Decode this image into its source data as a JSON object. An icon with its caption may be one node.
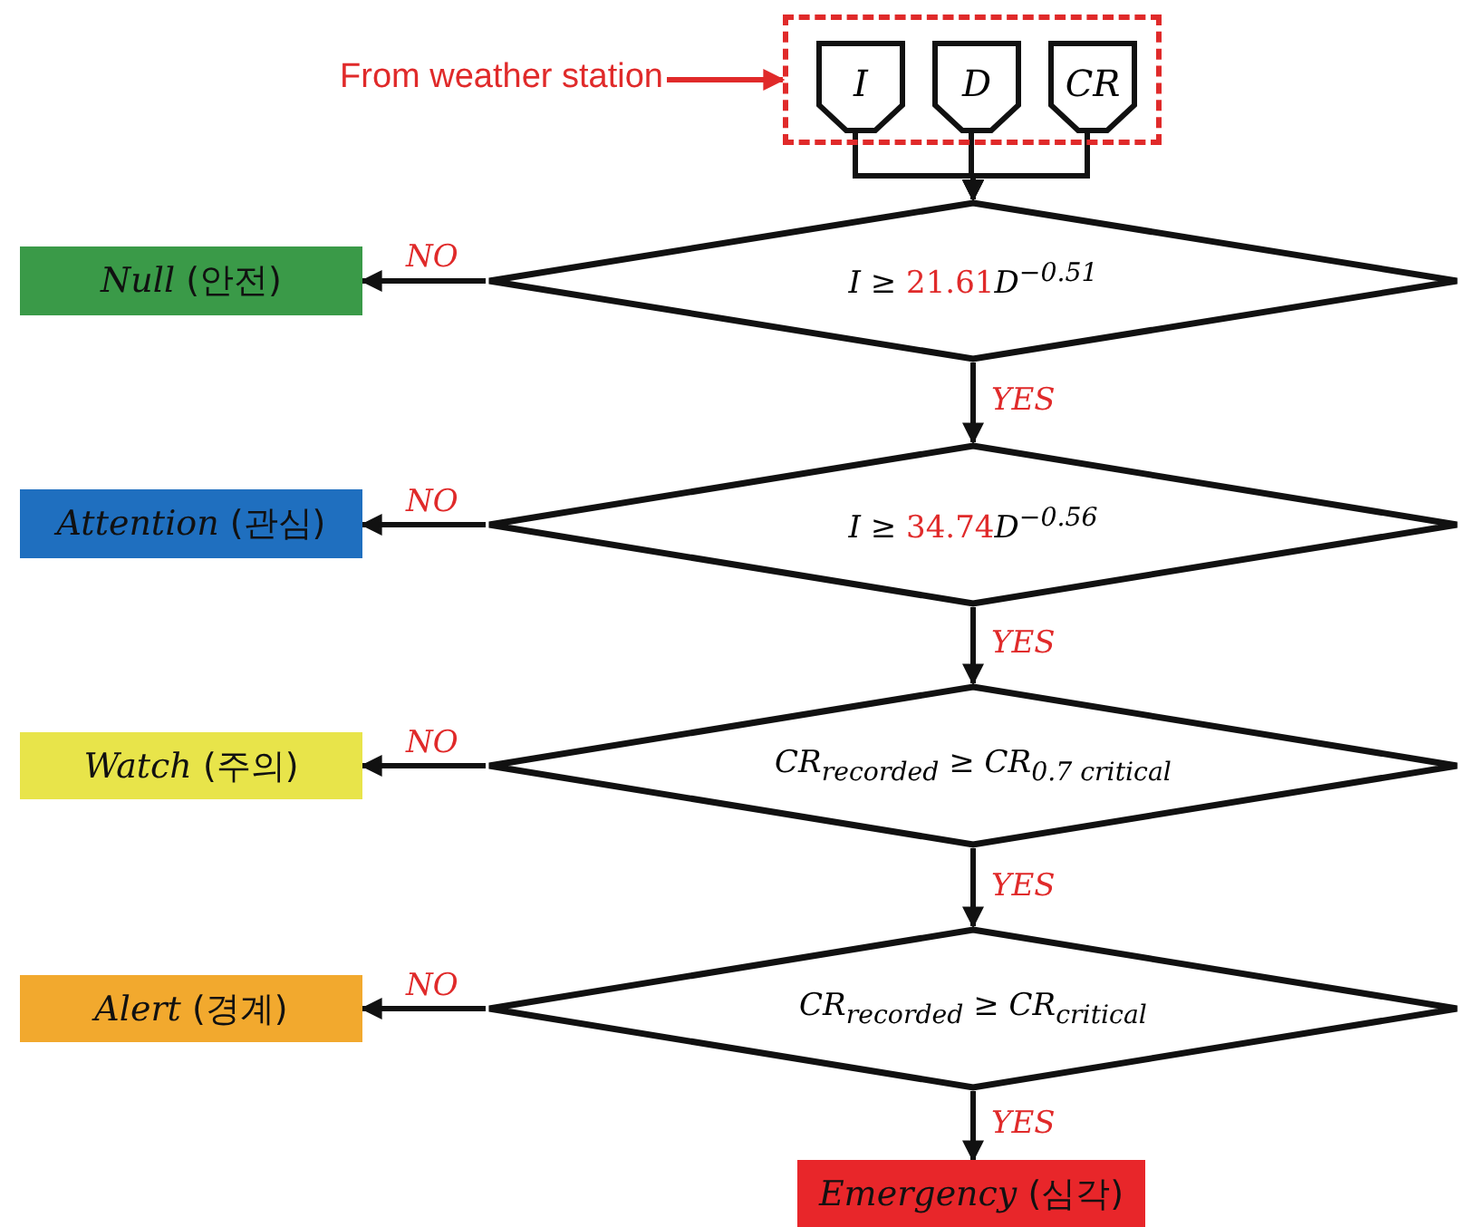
{
  "diagram": {
    "nodes": [
      {
        "text": [
          "From weather station"
        ]
      },
      {
        "text": [],
        "shape": "box"
      },
      {
        "text": [
          "I"
        ],
        "in": 1
      },
      {
        "text": [
          "D"
        ],
        "in": 1
      },
      {
        "text": [
          "CR"
        ],
        "in": 1
      },
      {
        "text": [
          "*Null* (안전)"
        ]
      },
      {
        "text": [
          "I ≥ 21.61D$^{−0.51}$"
        ]
      },
      {
        "text": [
          "*Attention* (관심)"
        ]
      },
      {
        "text": [
          "I ≥ 34.74D$^{−0.56}$"
        ]
      },
      {
        "text": [
          "*Watch* (주의)"
        ]
      },
      {
        "text": [
          "CR$_{recorded}$ ≥ CR$_{0.7 critical}$"
        ]
      },
      {
        "text": [
          "*Alert* (경계)"
        ]
      },
      {
        "text": [
          "CR$_{recorded}$ ≥ CR$_{critical}$"
        ]
      },
      {
        "text": [
          "*Emergency* (심각)"
        ]
      }
    ],
    "edges": [
      {
        "from": 0,
        "to": 1,
        "arrow": "to",
        "color": "#e02a2a"
      },
      {
        "from": 2,
        "to": 6,
        "arrow": "to"
      },
      {
        "from": 3,
        "to": 6,
        "arrow": "to"
      },
      {
        "from": 4,
        "to": 6,
        "arrow": "to"
      },
      {
        "from": 6,
        "to": 5,
        "arrow": "to",
        "label": "NO"
      },
      {
        "from": 6,
        "to": 8,
        "arrow": "to",
        "label": "YES"
      },
      {
        "from": 8,
        "to": 7,
        "arrow": "to",
        "label": "NO"
      },
      {
        "from": 8,
        "to": 10,
        "arrow": "to",
        "label": "YES"
      },
      {
        "from": 10,
        "to": 9,
        "arrow": "to",
        "label": "NO"
      },
      {
        "from": 10,
        "to": 12,
        "arrow": "to",
        "label": "YES"
      },
      {
        "from": 12,
        "to": 11,
        "arrow": "to",
        "label": "NO"
      },
      {
        "from": 12,
        "to": 13,
        "arrow": "to",
        "label": "YES"
      }
    ]
  }
}
